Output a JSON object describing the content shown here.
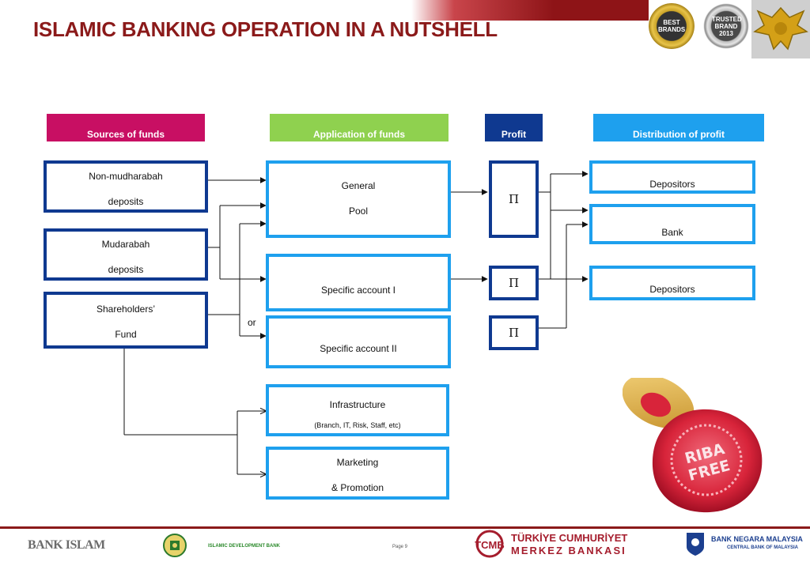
{
  "title": "ISLAMIC BANKING OPERATION IN A NUTSHELL",
  "awards": [
    "BEST BRANDS",
    "TRUSTED BRAND 2013"
  ],
  "headers": {
    "sources": "Sources of funds",
    "application": "Application of funds",
    "profit": "Profit",
    "distribution": "Distribution of profit"
  },
  "sources": {
    "non_mudharabah": [
      "Non-mudharabah",
      "deposits"
    ],
    "mudarabah": [
      "Mudarabah",
      "deposits"
    ],
    "shareholders": [
      "Shareholders’",
      "Fund"
    ]
  },
  "or_label": "or",
  "application": {
    "general_pool": [
      "General",
      "Pool"
    ],
    "specific_1": "Specific account I",
    "specific_2": "Specific account II",
    "infrastructure": "Infrastructure",
    "infrastructure_note": "(Branch, IT, Risk, Staff, etc)",
    "marketing": [
      "Marketing",
      "& Promotion"
    ]
  },
  "profit_symbol": "Π",
  "distribution": {
    "depositors_1": "Depositors",
    "bank": "Bank",
    "depositors_2": "Depositors"
  },
  "stamp_text": [
    "RIBA",
    "FREE"
  ],
  "footer": {
    "bank_islam": "BANK ISLAM",
    "idb": "ISLAMIC DEVELOPMENT BANK",
    "page": "Page 9",
    "tcmb_logo": "TCMB",
    "tcmb_line1": "TÜRKİYE CUMHURİYET",
    "tcmb_line2": "MERKEZ BANKASI",
    "bnm_line1": "BANK NEGARA MALAYSIA",
    "bnm_line2": "CENTRAL BANK OF MALAYSIA"
  },
  "colors": {
    "title": "#8b1a1a",
    "sources_header": "#c80f63",
    "application_header": "#8fd14f",
    "profit_header": "#0f3990",
    "distribution_header": "#1ea0ee",
    "dark_border": "#0f3990",
    "light_border": "#1ea0ee"
  }
}
